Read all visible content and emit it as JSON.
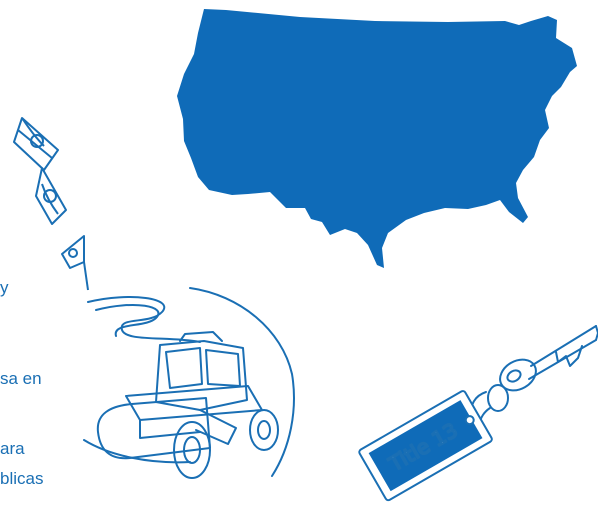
{
  "colors": {
    "accent": "#0f6bb8",
    "line": "#1a6fb4",
    "background": "#ffffff"
  },
  "text_fragments": [
    "y",
    "sa en",
    "ara",
    "blicas"
  ],
  "key_tag": {
    "label": "Title 13"
  },
  "icons": [
    "usa-map-icon",
    "money-bills-icon",
    "steamroller-icon",
    "key-with-tag-icon"
  ]
}
